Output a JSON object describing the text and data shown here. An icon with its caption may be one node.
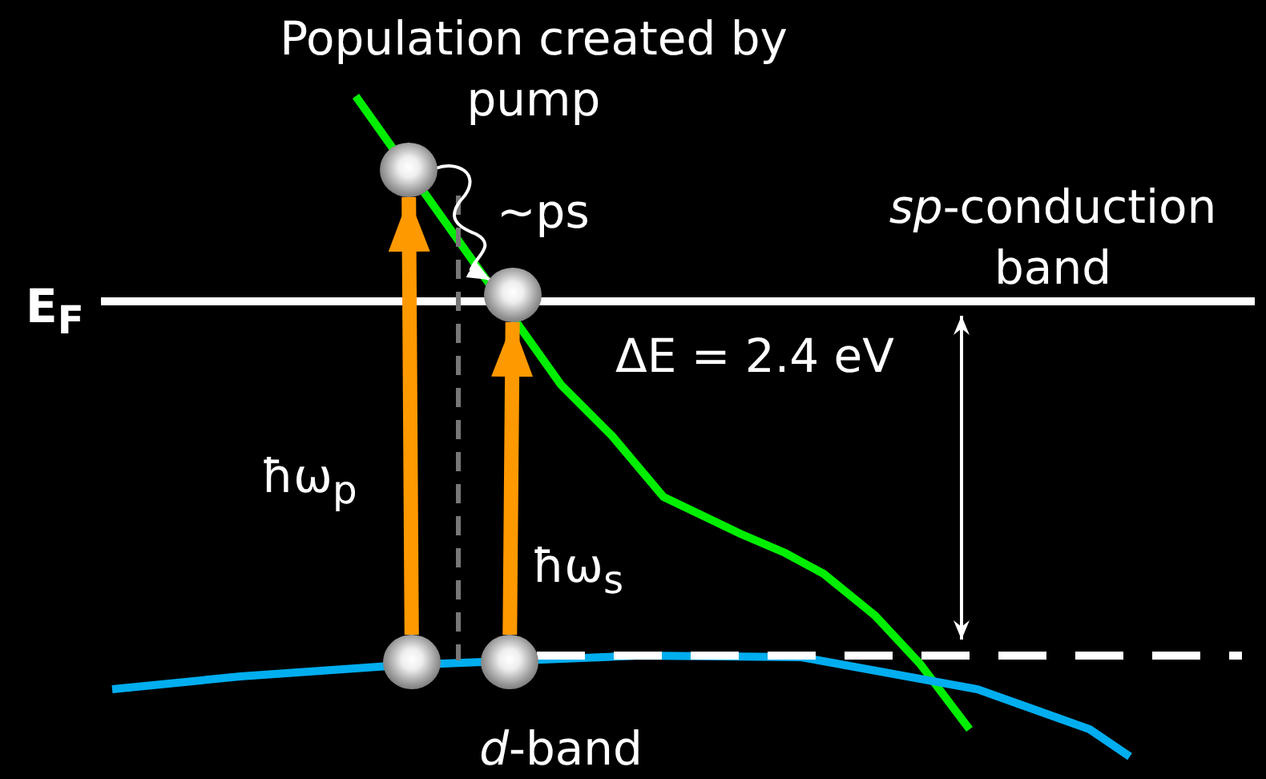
{
  "diagram": {
    "nodes": [
      {
        "text": [],
        "shape": "circle"
      },
      {
        "text": [],
        "shape": "circle"
      },
      {
        "text": [],
        "shape": "circle"
      },
      {
        "text": [],
        "shape": "circle"
      }
    ],
    "edges": [
      {
        "from": 2,
        "to": 0,
        "arrow": "to"
      },
      {
        "from": 3,
        "to": 1,
        "arrow": "to"
      },
      {
        "from": 0,
        "to": 1,
        "arrow": "to",
        "color": "#ffffff"
      }
    ],
    "labels": [
      "Population created by pump",
      "~ps",
      "*sp*-conduction band",
      "E$_{F}$",
      "ΔE = 2.4 eV",
      "ħω$_{p}$",
      "ħω$_{s}$",
      "*d*-band"
    ]
  }
}
